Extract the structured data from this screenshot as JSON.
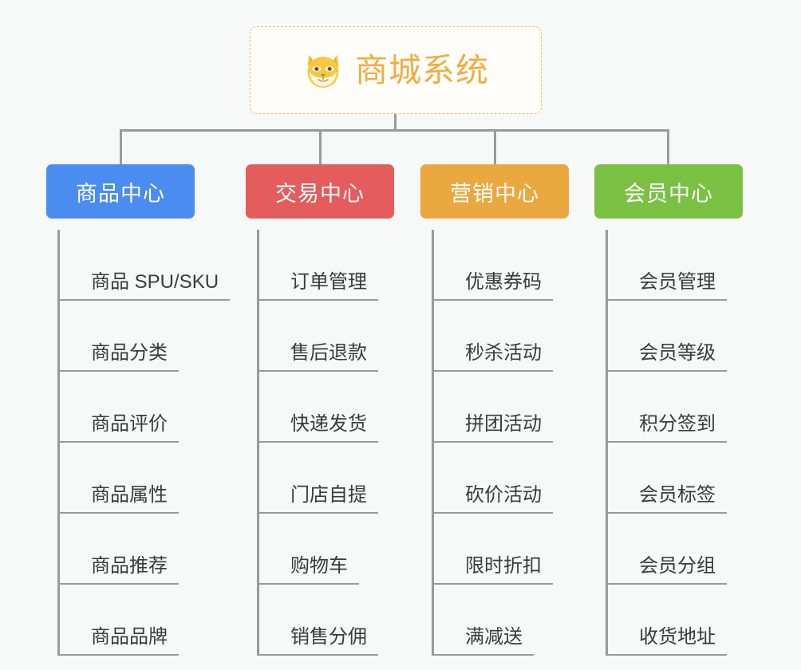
{
  "page": {
    "background": "#f7f8f8",
    "title": "商城系统"
  },
  "root": {
    "label": "商城系统",
    "icon": "shiba-dog-face-icon",
    "text_color": "#f0ad3f",
    "border_color": "#f0bc6a",
    "background": "#fffefb"
  },
  "connector_color": "#9a9a9a",
  "columns": [
    {
      "id": "product-center",
      "label": "商品中心",
      "color": "#4a8cf0",
      "items": [
        "商品 SPU/SKU",
        "商品分类",
        "商品评价",
        "商品属性",
        "商品推荐",
        "商品品牌"
      ]
    },
    {
      "id": "trade-center",
      "label": "交易中心",
      "color": "#e55c5c",
      "items": [
        "订单管理",
        "售后退款",
        "快递发货",
        "门店自提",
        "购物车",
        "销售分佣"
      ]
    },
    {
      "id": "marketing-center",
      "label": "营销中心",
      "color": "#eaa83f",
      "items": [
        "优惠券码",
        "秒杀活动",
        "拼团活动",
        "砍价活动",
        "限时折扣",
        "满减送"
      ]
    },
    {
      "id": "member-center",
      "label": "会员中心",
      "color": "#7ac143",
      "items": [
        "会员管理",
        "会员等级",
        "积分签到",
        "会员标签",
        "会员分组",
        "收货地址"
      ]
    }
  ]
}
